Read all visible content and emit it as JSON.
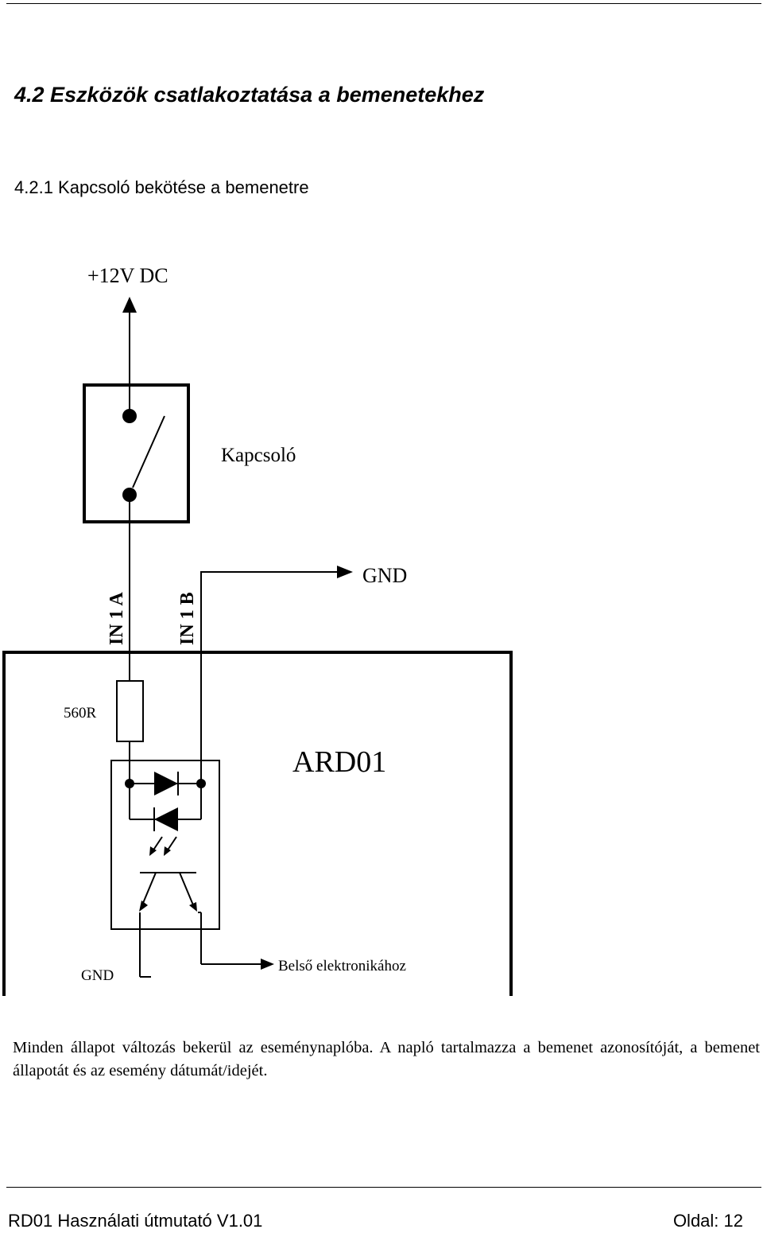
{
  "heading": {
    "section": "4.2  Eszközök csatlakoztatása a bemenetekhez",
    "subsection": "4.2.1  Kapcsoló bekötése a bemenetre"
  },
  "diagram": {
    "supply_label": "+12V DC",
    "switch_label": "Kapcsoló",
    "input_a_label": "IN 1 A",
    "input_b_label": "IN 1 B",
    "gnd_top_label": "GND",
    "resistor_label": "560R",
    "device_label": "ARD01",
    "gnd_bottom_label": "GND",
    "output_label": "Belső elektronikához"
  },
  "paragraph": "Minden állapot változás bekerül az eseménynaplóba. A napló tartalmazza a bemenet azonosítóját, a bemenet állapotát és az esemény dátumát/idejét.",
  "footer": {
    "left": "RD01 Használati útmutató V1.01",
    "right": "Oldal: 12"
  }
}
